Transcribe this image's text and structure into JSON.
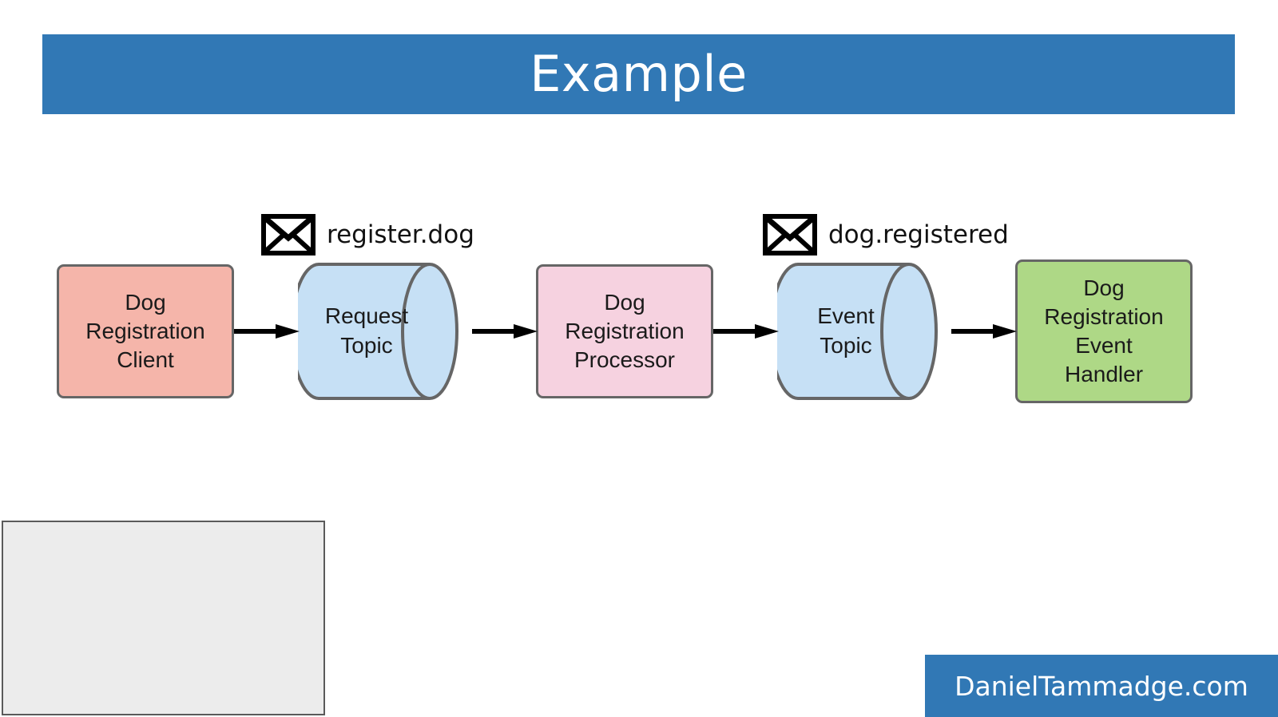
{
  "slide": {
    "title": "Example",
    "background_color": "#ffffff",
    "accent_color": "#3178b5"
  },
  "footer": {
    "brand": "DanielTammadge.com",
    "background_color": "#3178b5"
  },
  "diagram": {
    "type": "flow",
    "nodes": [
      {
        "id": "client",
        "label": "Dog\nRegistration\nClient",
        "lines": [
          "Dog",
          "Registration",
          "Client"
        ],
        "shape": "rounded-rect",
        "fill": "#f5b5aa",
        "stroke": "#666666"
      },
      {
        "id": "request-topic",
        "label": "Request\nTopic",
        "lines": [
          "Request",
          "Topic"
        ],
        "shape": "cylinder",
        "fill": "#c6e0f5",
        "stroke": "#666666"
      },
      {
        "id": "processor",
        "label": "Dog\nRegistration\nProcessor",
        "lines": [
          "Dog",
          "Registration",
          "Processor"
        ],
        "shape": "rounded-rect",
        "fill": "#f6d2e0",
        "stroke": "#666666"
      },
      {
        "id": "event-topic",
        "label": "Event\nTopic",
        "lines": [
          "Event",
          "Topic"
        ],
        "shape": "cylinder",
        "fill": "#c6e0f5",
        "stroke": "#666666"
      },
      {
        "id": "event-handler",
        "label": "Dog\nRegistration\nEvent\nHandler",
        "lines": [
          "Dog",
          "Registration",
          "Event",
          "Handler"
        ],
        "shape": "rounded-rect",
        "fill": "#aed886",
        "stroke": "#666666"
      }
    ],
    "edges": [
      {
        "from": "client",
        "to": "request-topic",
        "style": "arrow"
      },
      {
        "from": "request-topic",
        "to": "processor",
        "style": "arrow"
      },
      {
        "from": "processor",
        "to": "event-topic",
        "style": "arrow"
      },
      {
        "from": "event-topic",
        "to": "event-handler",
        "style": "arrow"
      }
    ],
    "messages": [
      {
        "id": "request-message",
        "icon": "envelope-icon",
        "label": "register.dog"
      },
      {
        "id": "event-message",
        "icon": "envelope-icon",
        "label": "dog.registered"
      }
    ]
  },
  "placeholder": {
    "label": "",
    "fill": "#ececec",
    "stroke": "#5a5a5a"
  }
}
